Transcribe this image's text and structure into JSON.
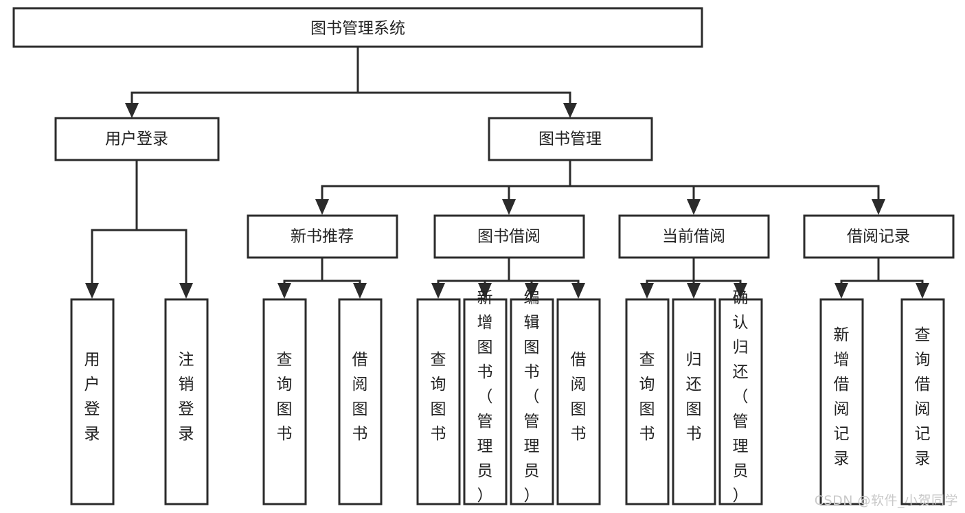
{
  "diagram": {
    "type": "tree",
    "title_text": "图书管理系统",
    "watermark": "CSDN @软件_小贺同学",
    "colors": {
      "stroke": "#2b2b2b",
      "fill": "#ffffff",
      "text": "#222222",
      "watermark": "#c9c9c9"
    },
    "level1": {
      "root": "图书管理系统"
    },
    "level2": [
      {
        "label": "用户登录"
      },
      {
        "label": "图书管理"
      }
    ],
    "level3": [
      {
        "label": "新书推荐"
      },
      {
        "label": "图书借阅"
      },
      {
        "label": "当前借阅"
      },
      {
        "label": "借阅记录"
      }
    ],
    "leaves": {
      "user_login": [
        {
          "label": "用户登录"
        },
        {
          "label": "注销登录"
        }
      ],
      "new_book_recommend": [
        {
          "label": "查询图书"
        },
        {
          "label": "借阅图书"
        }
      ],
      "book_borrow": [
        {
          "label": "查询图书"
        },
        {
          "label": "新增图书（管理员）"
        },
        {
          "label": "编辑图书（管理员）"
        },
        {
          "label": "借阅图书"
        }
      ],
      "current_borrow": [
        {
          "label": "查询图书"
        },
        {
          "label": "归还图书"
        },
        {
          "label": "确认归还（管理员）"
        }
      ],
      "borrow_record": [
        {
          "label": "新增借阅记录"
        },
        {
          "label": "查询借阅记录"
        }
      ]
    }
  }
}
